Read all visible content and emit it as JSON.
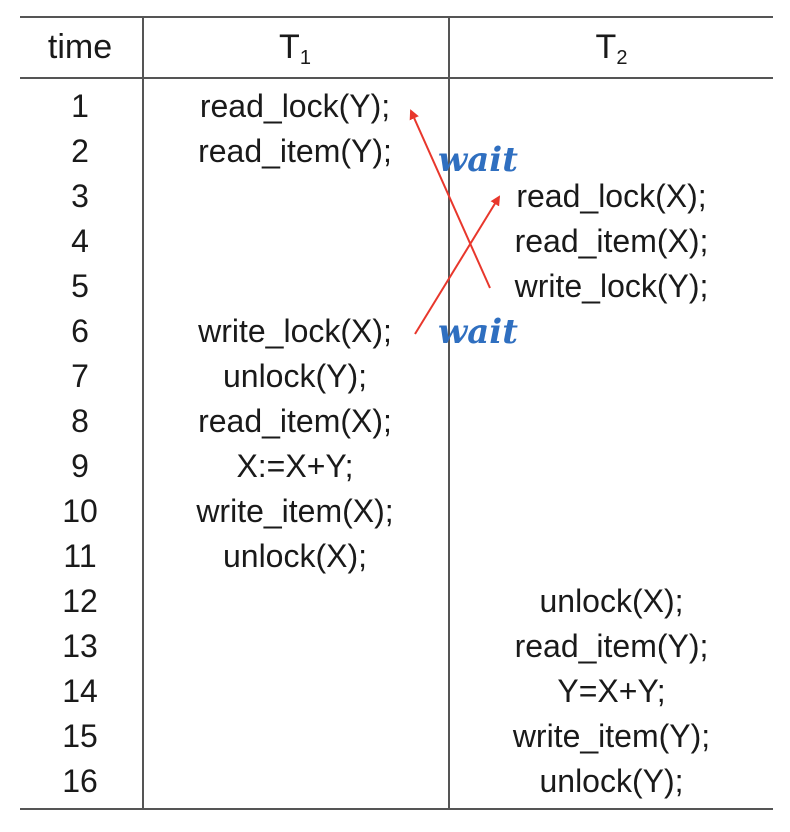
{
  "header": {
    "time": "time",
    "t1": "T",
    "t1_sub": "1",
    "t2": "T",
    "t2_sub": "2"
  },
  "rows": [
    {
      "time": "1",
      "t1": "read_lock(Y);",
      "t2": ""
    },
    {
      "time": "2",
      "t1": "read_item(Y);",
      "t2": ""
    },
    {
      "time": "3",
      "t1": "",
      "t2": "read_lock(X);"
    },
    {
      "time": "4",
      "t1": "",
      "t2": "read_item(X);"
    },
    {
      "time": "5",
      "t1": "",
      "t2": "write_lock(Y);"
    },
    {
      "time": "6",
      "t1": "write_lock(X);",
      "t2": ""
    },
    {
      "time": "7",
      "t1": "unlock(Y);",
      "t2": ""
    },
    {
      "time": "8",
      "t1": "read_item(X);",
      "t2": ""
    },
    {
      "time": "9",
      "t1": "X:=X+Y;",
      "t2": ""
    },
    {
      "time": "10",
      "t1": "write_item(X);",
      "t2": ""
    },
    {
      "time": "11",
      "t1": "unlock(X);",
      "t2": ""
    },
    {
      "time": "12",
      "t1": "",
      "t2": "unlock(X);"
    },
    {
      "time": "13",
      "t1": "",
      "t2": "read_item(Y);"
    },
    {
      "time": "14",
      "t1": "",
      "t2": "Y=X+Y;"
    },
    {
      "time": "15",
      "t1": "",
      "t2": "write_item(Y);"
    },
    {
      "time": "16",
      "t1": "",
      "t2": "unlock(Y);"
    }
  ],
  "annotations": {
    "wait_1": "wait",
    "wait_2": "wait"
  },
  "colors": {
    "arrow": "#e8372c",
    "wait_text": "#2f6fc0",
    "grid": "#555555"
  }
}
